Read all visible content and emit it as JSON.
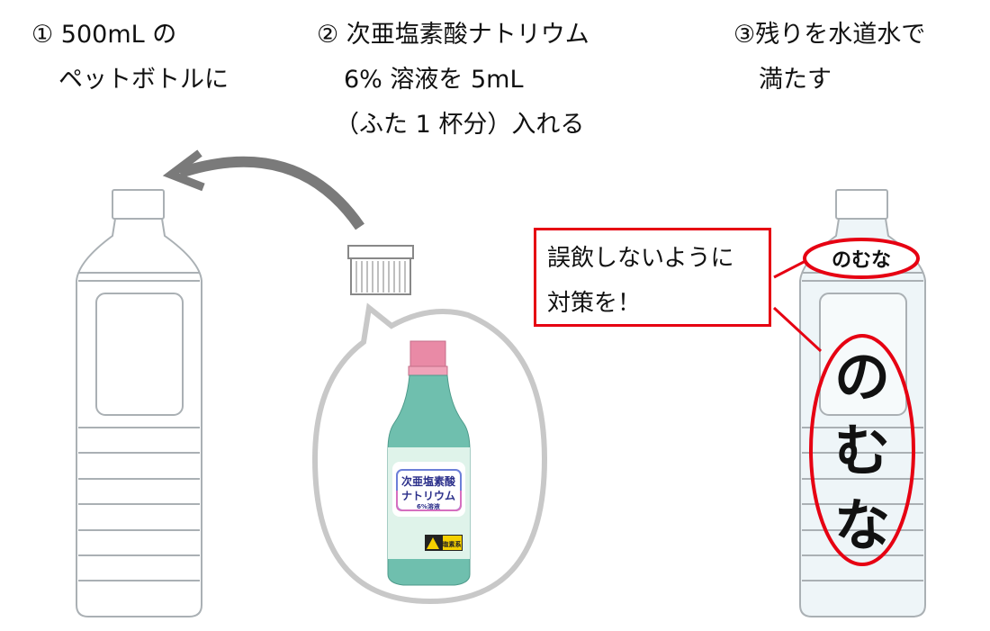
{
  "steps": [
    {
      "lines": [
        "① 500mL の",
        "ペットボトルに"
      ]
    },
    {
      "lines": [
        "② 次亜塩素酸ナトリウム",
        "6% 溶液を 5mL",
        "（ふた 1 杯分）入れる"
      ]
    },
    {
      "lines": [
        "③残りを水道水で",
        "満たす"
      ]
    }
  ],
  "bleach_label": {
    "line1": "次亜塩素酸",
    "line2": "ナトリウム",
    "line3": "6%溶液",
    "caution": "塩素系"
  },
  "warning_bottle": {
    "small_label": "のむな",
    "big": [
      "の",
      "む",
      "な"
    ]
  },
  "callout": {
    "lines": [
      "誤飲しないように",
      "対策を！"
    ]
  },
  "colors": {
    "accent_red": "#e60012",
    "bleach_teal": "#6fbfae",
    "cap_pink": "#e98aa6"
  }
}
